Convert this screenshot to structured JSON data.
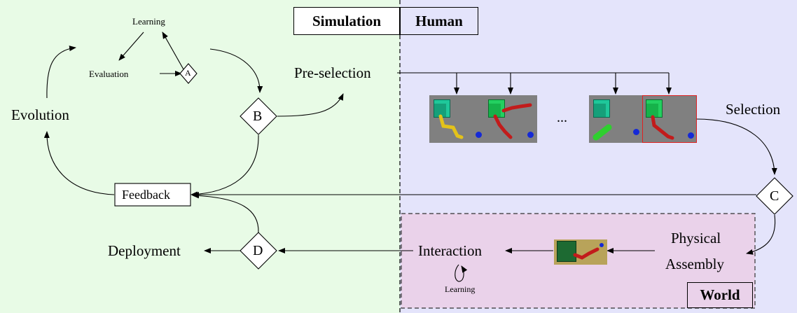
{
  "regions": {
    "simulation": "Simulation",
    "human": "Human",
    "world": "World"
  },
  "nodes": {
    "learning_top": "Learning",
    "evaluation": "Evaluation",
    "a": "A",
    "b": "B",
    "c": "C",
    "d": "D",
    "evolution": "Evolution",
    "pre_selection": "Pre-selection",
    "feedback": "Feedback",
    "deployment": "Deployment",
    "selection": "Selection",
    "ellipsis": "...",
    "interaction": "Interaction",
    "learning_bottom": "Learning",
    "physical_assembly_1": "Physical",
    "physical_assembly_2": "Assembly"
  },
  "colors": {
    "simulation_bg": "#e8fbe6",
    "human_bg": "#e4e4fb",
    "world_bg": "#ead2ea",
    "thumb_bg": "#808080",
    "selected_border": "#e02020"
  }
}
